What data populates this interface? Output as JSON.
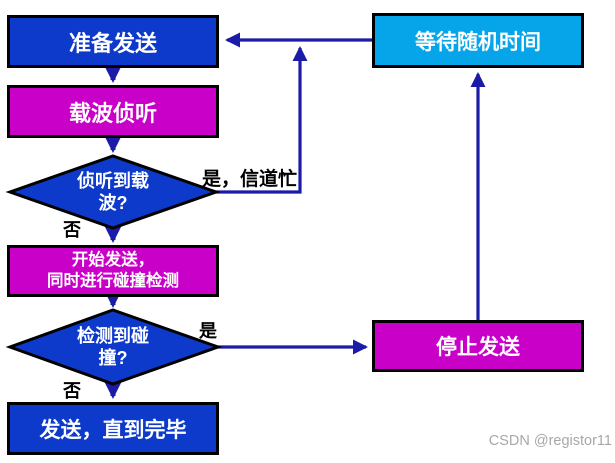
{
  "diagram": {
    "title_hint": "CSMA/CD send flowchart",
    "nodes": {
      "prepare": {
        "label": "准备发送"
      },
      "carrier_sense": {
        "label": "载波侦听"
      },
      "carrier_decision": {
        "label": "侦听到载\n波?"
      },
      "start_send": {
        "label": "开始发送，\n同时进行碰撞检测"
      },
      "collision_decision": {
        "label": "检测到碰\n撞?"
      },
      "send_until_done": {
        "label": "发送，直到完毕"
      },
      "wait_random": {
        "label": "等待随机时间"
      },
      "stop_send": {
        "label": "停止发送"
      }
    },
    "edge_labels": {
      "channel_busy": "是，信道忙",
      "no_carrier": "否",
      "collision_yes": "是",
      "collision_no": "否"
    },
    "colors": {
      "process_blue": "#0d3acb",
      "process_magenta": "#c800c8",
      "wait_cyan": "#06a5e9",
      "connector_navy": "#1b1ba8",
      "border": "#000000",
      "label_text": "#000000",
      "node_text": "#ffffff"
    },
    "watermark": "CSDN @registor11"
  }
}
